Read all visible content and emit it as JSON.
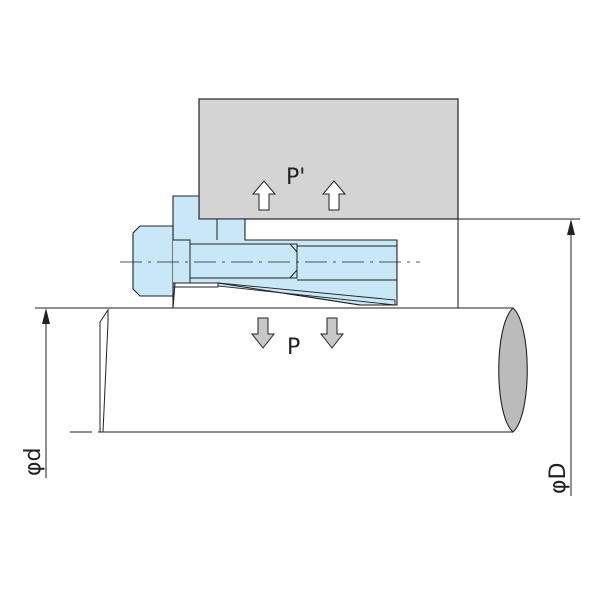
{
  "labels": {
    "force_top": "P'",
    "force_bottom": "P",
    "shaft_diameter": "φd",
    "outer_diameter": "φD"
  },
  "colors": {
    "hub": "#d4d4d4",
    "element": "#c8e8f8",
    "shaft_end": "#bbbbbb",
    "arrow_fill": "#c8c8c8",
    "stroke": "#222222"
  }
}
